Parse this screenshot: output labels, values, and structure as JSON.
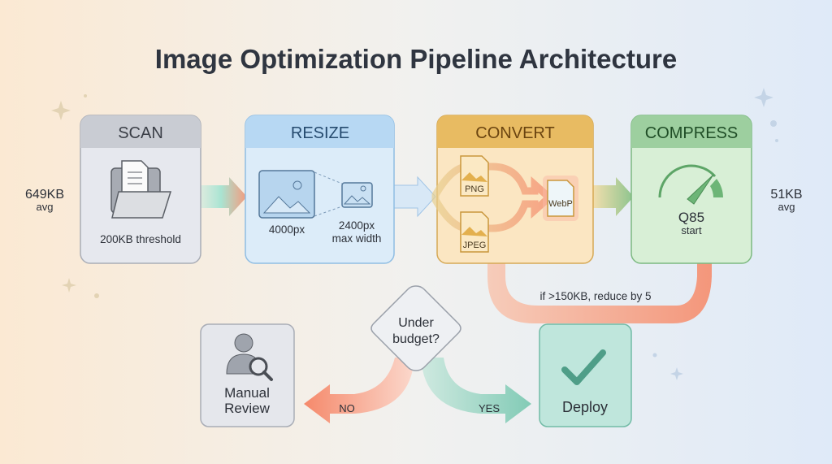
{
  "title": "Image Optimization Pipeline Architecture",
  "input_stat": {
    "value": "649KB",
    "unit": "avg"
  },
  "output_stat": {
    "value": "51KB",
    "unit": "avg"
  },
  "stages": {
    "scan": {
      "label": "SCAN",
      "detail": "200KB threshold",
      "color": "#c9ccd3"
    },
    "resize": {
      "label": "RESIZE",
      "from": "4000px",
      "to": "2400px",
      "to_sub": "max width",
      "color": "#b7d8f3"
    },
    "convert": {
      "label": "CONVERT",
      "inputs": [
        "PNG",
        "JPEG"
      ],
      "output": "WebP",
      "color": "#e8bb62"
    },
    "compress": {
      "label": "COMPRESS",
      "quality": "Q85",
      "quality_sub": "start",
      "color": "#9dcf9f"
    }
  },
  "loop_label": "if >150KB, reduce by 5",
  "decision": {
    "line1": "Under",
    "line2": "budget?"
  },
  "no_branch": {
    "label": "NO",
    "target_line1": "Manual",
    "target_line2": "Review"
  },
  "yes_branch": {
    "label": "YES",
    "target": "Deploy"
  }
}
